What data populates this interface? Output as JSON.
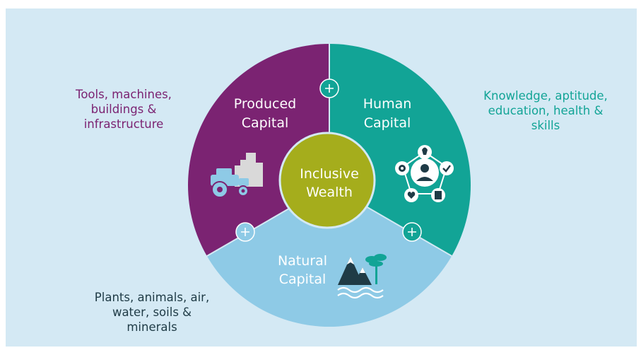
{
  "diagram": {
    "center": {
      "label_line1": "Inclusive",
      "label_line2": "Wealth"
    },
    "segments": [
      {
        "id": "produced",
        "line1": "Produced",
        "line2": "Capital",
        "color": "#7b2372",
        "icon": "tractor-factory-icon"
      },
      {
        "id": "human",
        "line1": "Human",
        "line2": "Capital",
        "color": "#12a496",
        "icon": "person-skills-icon"
      },
      {
        "id": "natural",
        "line1": "Natural",
        "line2": "Capital",
        "color": "#8ecae6",
        "icon": "mountains-tree-water-icon"
      }
    ],
    "connector_symbol": "+",
    "center_color": "#a5ad1c"
  },
  "notes": {
    "produced": "Tools, machines,\nbuildings &\ninfrastructure",
    "human": "Knowledge, aptitude,\neducation, health &\nskills",
    "natural": "Plants, animals, air,\nwater, soils &\nminerals"
  }
}
